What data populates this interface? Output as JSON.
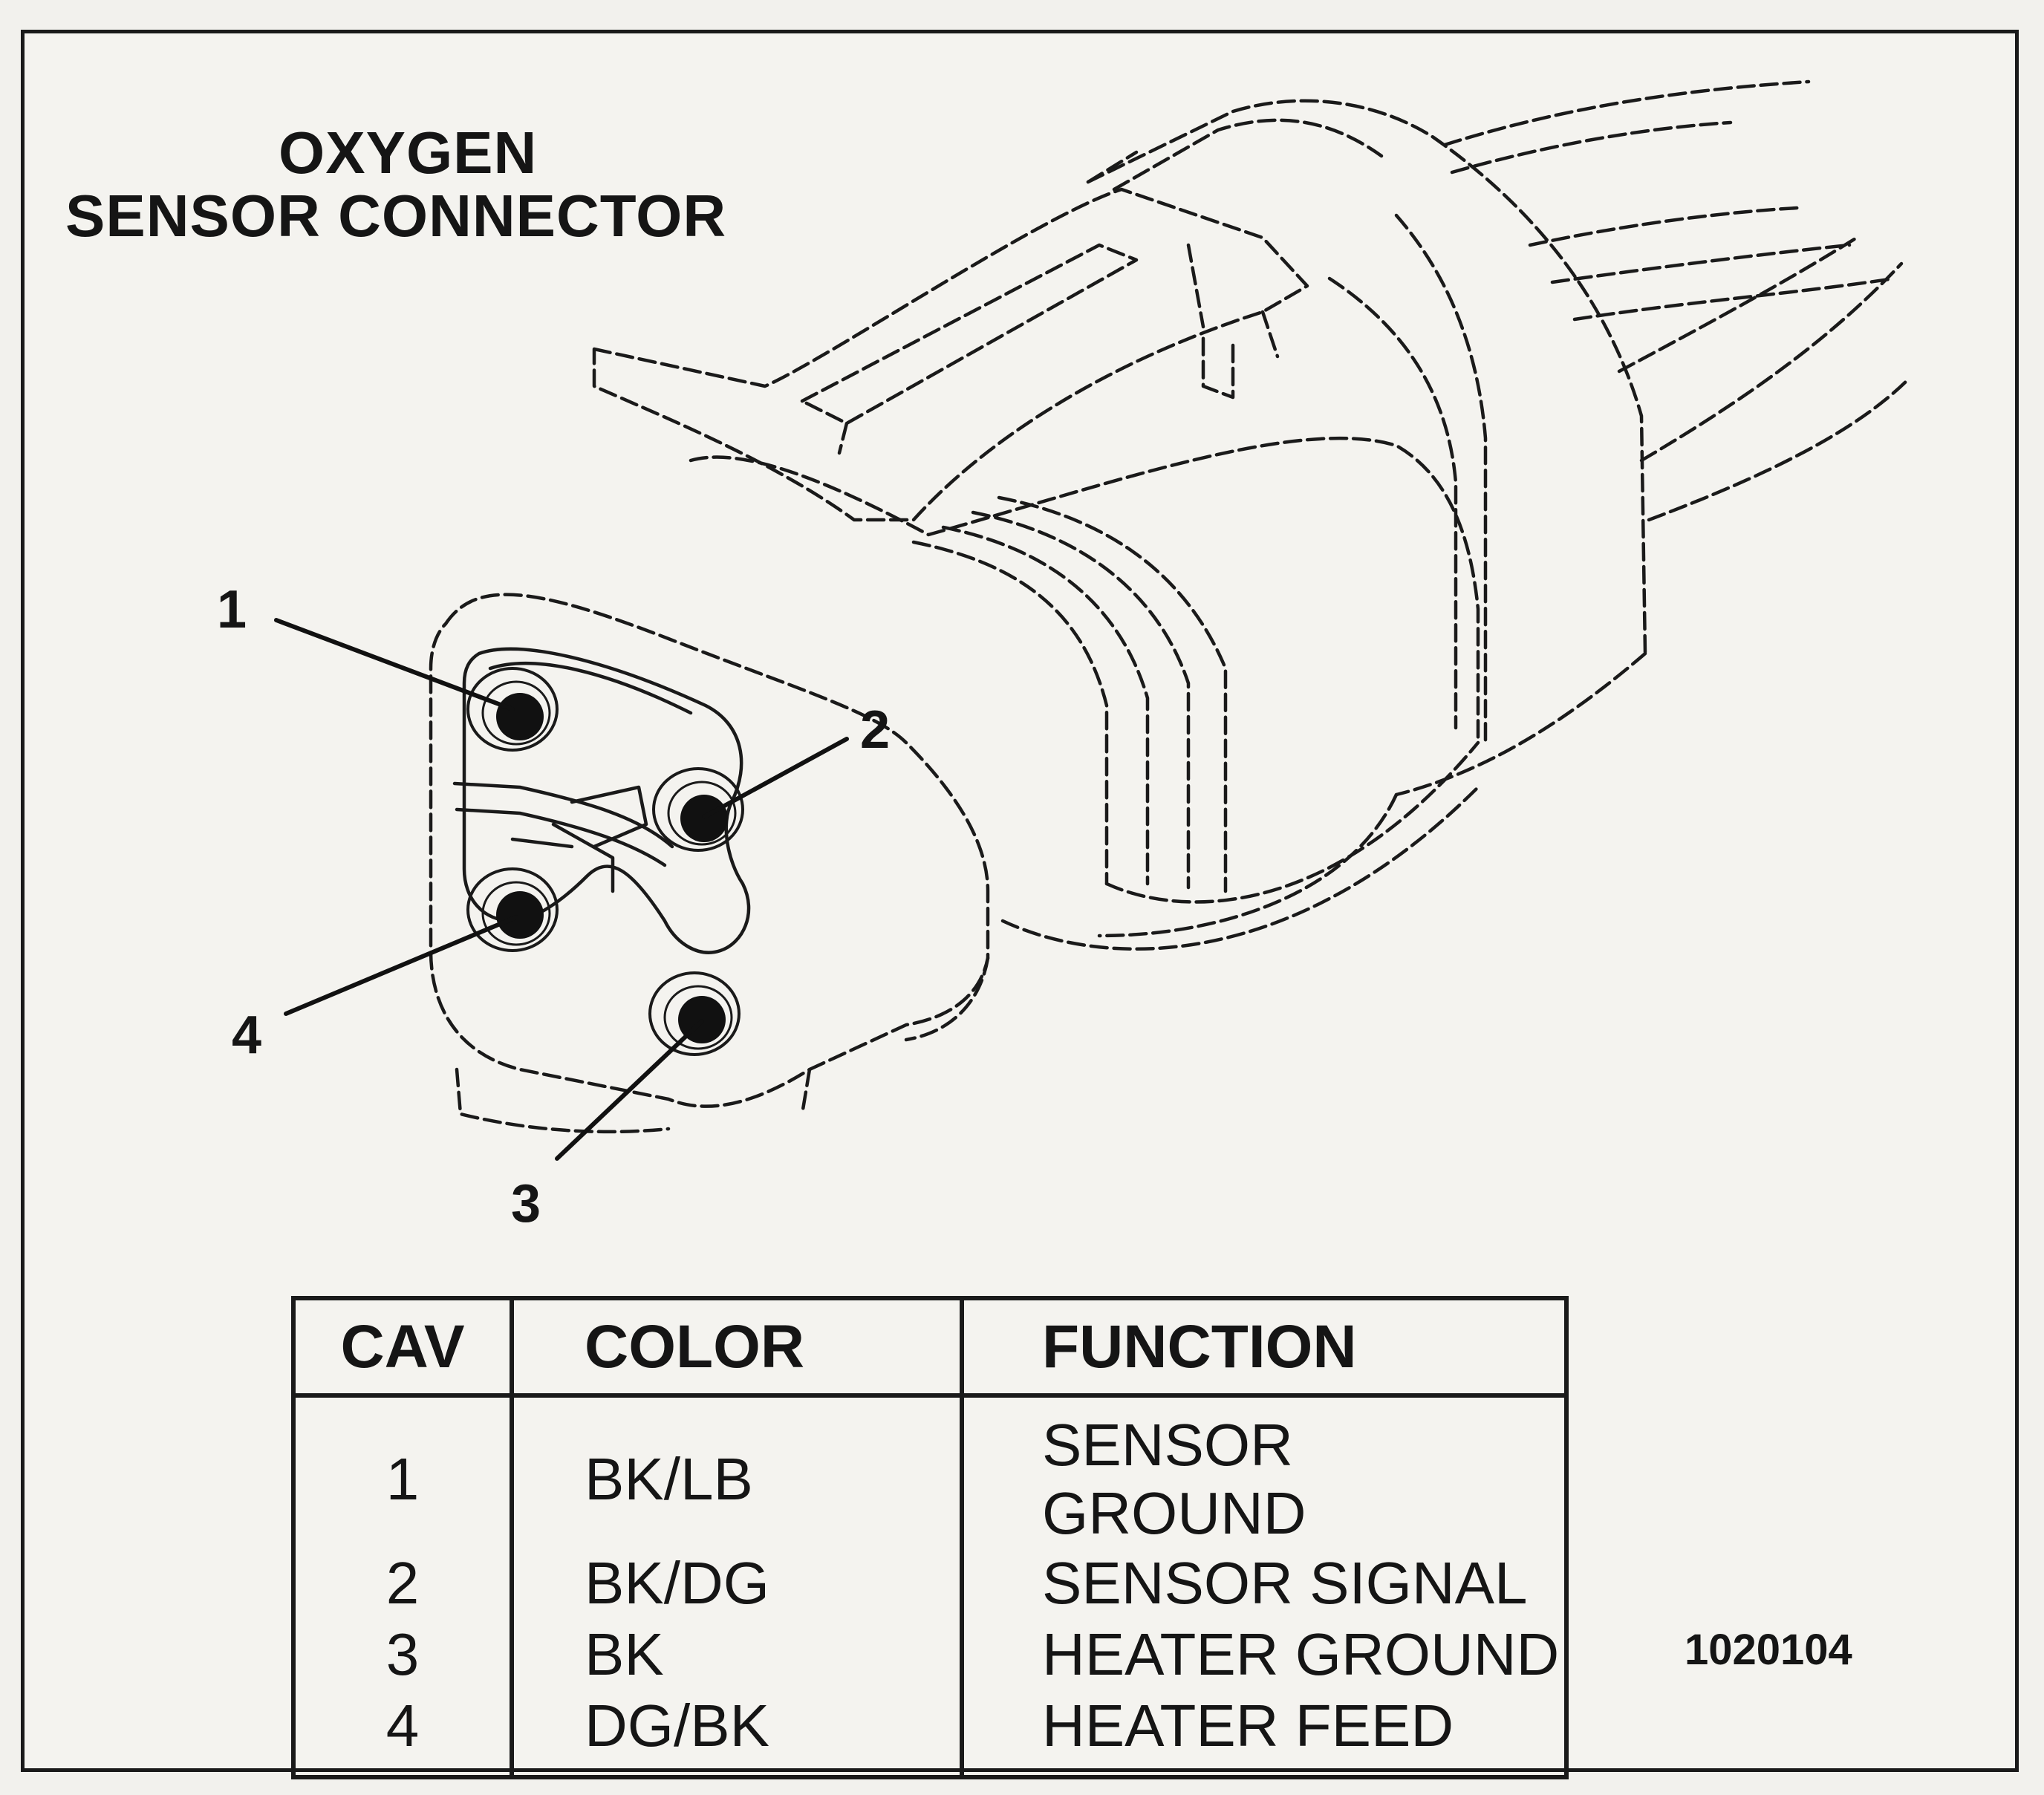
{
  "title": {
    "line1": "OXYGEN",
    "line2": "SENSOR CONNECTOR"
  },
  "callouts": [
    "1",
    "2",
    "3",
    "4"
  ],
  "table": {
    "headers": [
      "CAV",
      "COLOR",
      "FUNCTION"
    ],
    "rows": [
      [
        "1",
        "BK/LB",
        "SENSOR GROUND"
      ],
      [
        "2",
        "BK/DG",
        "SENSOR SIGNAL"
      ],
      [
        "3",
        "BK",
        "HEATER GROUND"
      ],
      [
        "4",
        "DG/BK",
        "HEATER FEED"
      ]
    ]
  },
  "figure_number": "1020104",
  "colors": {
    "ink": "#151515",
    "paper": "#f4f3ef"
  }
}
